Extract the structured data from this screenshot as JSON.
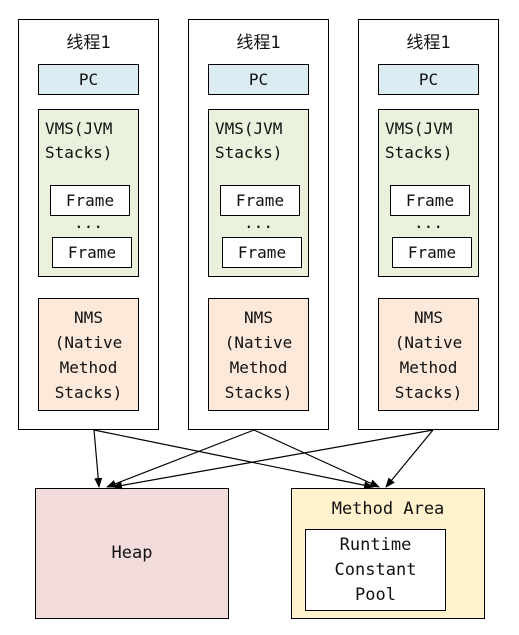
{
  "threads": [
    {
      "title": "线程1",
      "pc": "PC",
      "vms": "VMS(JVM\nStacks)",
      "frames": [
        "Frame",
        "Frame"
      ],
      "ellipsis": "...",
      "nms": "NMS\n(Native\nMethod\nStacks)"
    },
    {
      "title": "线程1",
      "pc": "PC",
      "vms": "VMS(JVM\nStacks)",
      "frames": [
        "Frame",
        "Frame"
      ],
      "ellipsis": "...",
      "nms": "NMS\n(Native\nMethod\nStacks)"
    },
    {
      "title": "线程1",
      "pc": "PC",
      "vms": "VMS(JVM\nStacks)",
      "frames": [
        "Frame",
        "Frame"
      ],
      "ellipsis": "...",
      "nms": "NMS\n(Native\nMethod\nStacks)"
    }
  ],
  "heap": {
    "label": "Heap"
  },
  "method_area": {
    "label": "Method Area",
    "constant_pool": "Runtime\nConstant\nPool"
  },
  "colors": {
    "pc": "#dbecf3",
    "vms": "#eaf1dd",
    "nms": "#fce9da",
    "heap": "#f2dcdb",
    "method_area": "#fff2cc"
  }
}
